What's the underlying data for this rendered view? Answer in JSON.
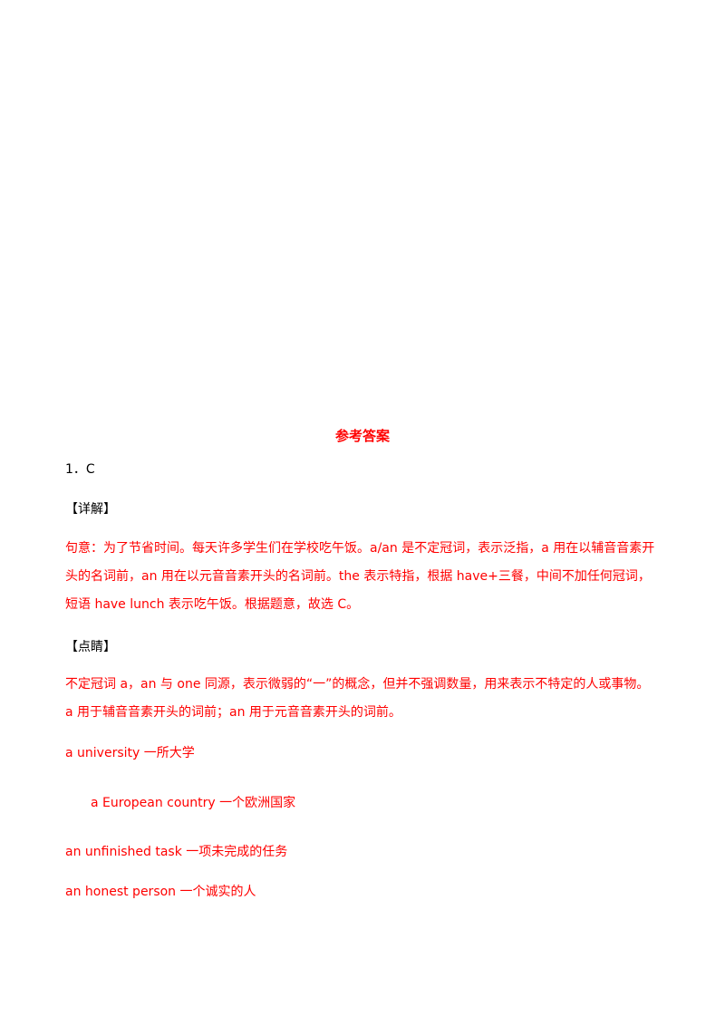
{
  "title": "参考答案",
  "answer": "1．C",
  "detail_heading": "【详解】",
  "detail_text": "句意：为了节省时间。每天许多学生们在学校吃午饭。a/an 是不定冠词，表示泛指，a 用在以辅音音素开头的名词前，an 用在以元音音素开头的名词前。the 表示特指，根据 have+三餐，中间不加任何冠词，短语 have lunch 表示吃午饭。根据题意，故选 C。",
  "tip_heading": "【点睛】",
  "tip_text_1": "不定冠词 a，an 与 one  同源，表示微弱的“一”的概念，但并不强调数量，用来表示不特定的人或事物。",
  "tip_text_2": "a 用于辅音音素开头的词前；an 用于元音音素开头的词前。",
  "examples": [
    "a university  一所大学",
    "a European country 一个欧洲国家",
    "an unfinished task 一项未完成的任务",
    "an honest person 一个诚实的人"
  ]
}
